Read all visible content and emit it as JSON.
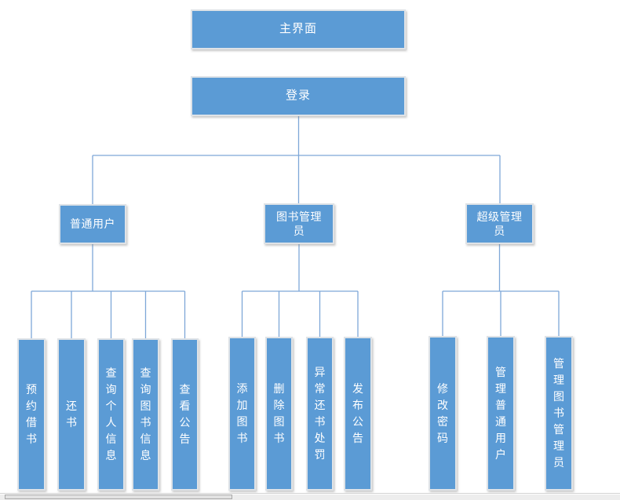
{
  "diagram": {
    "title_node": "主界面",
    "login_node": "登录",
    "branches": [
      {
        "label": "普通用户",
        "children": [
          "预约借书",
          "还书",
          "查询个人信息",
          "查询图书信息",
          "查看公告"
        ]
      },
      {
        "label": "图书管理\n员",
        "children": [
          "添加图书",
          "删除图书",
          "异常还书处罚",
          "发布公告"
        ]
      },
      {
        "label": "超级管理\n员",
        "children": [
          "修改密码",
          "管理普通用户",
          "管理图书管理员"
        ]
      }
    ],
    "colors": {
      "node_fill": "#5B9BD5",
      "node_border": "#DFE3E7",
      "connector_line": "#7EA7D8",
      "node_text": "#FFFFFF",
      "scrollbar_track": "#EDEDED",
      "scrollbar_thumb": "#E2E2E2"
    }
  }
}
